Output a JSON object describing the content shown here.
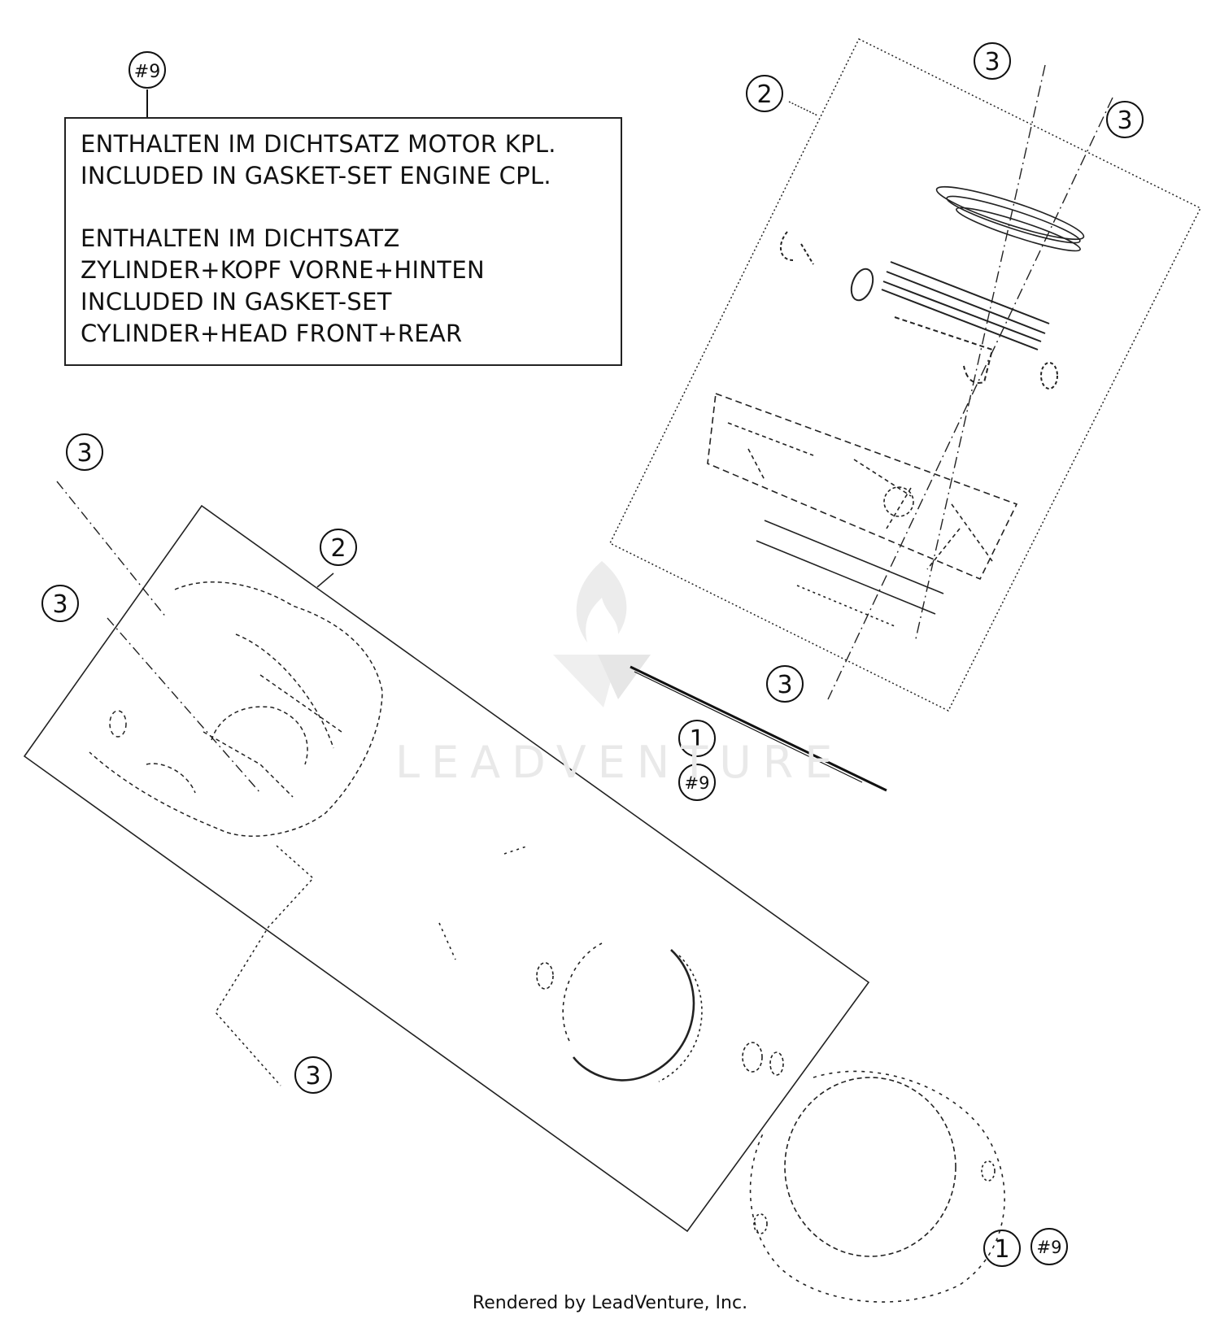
{
  "note": {
    "reference_tag": "#9",
    "lines": [
      "ENTHALTEN IM DICHTSATZ MOTOR KPL.",
      "INCLUDED IN GASKET-SET ENGINE CPL.",
      "ENTHALTEN IM DICHTSATZ",
      "ZYLINDER+KOPF VORNE+HINTEN",
      "INCLUDED IN GASKET-SET",
      "CYLINDER+HEAD FRONT+REAR"
    ]
  },
  "callouts": [
    {
      "id": "top-right-a",
      "label": "3"
    },
    {
      "id": "top-right-b",
      "label": "3"
    },
    {
      "id": "top-right-group",
      "label": "2"
    },
    {
      "id": "left-top",
      "label": "3"
    },
    {
      "id": "left-group",
      "label": "2"
    },
    {
      "id": "left-middle",
      "label": "3"
    },
    {
      "id": "right-bottom",
      "label": "3"
    },
    {
      "id": "gasket-center",
      "label": "1"
    },
    {
      "id": "gasket-center-ref",
      "label": "#9"
    },
    {
      "id": "left-bottom",
      "label": "3"
    },
    {
      "id": "gasket-bottom",
      "label": "1"
    },
    {
      "id": "gasket-bottom-ref",
      "label": "#9"
    }
  ],
  "watermark": {
    "text": "LEADVENTURE"
  },
  "footer": {
    "text": "Rendered by LeadVenture, Inc."
  }
}
